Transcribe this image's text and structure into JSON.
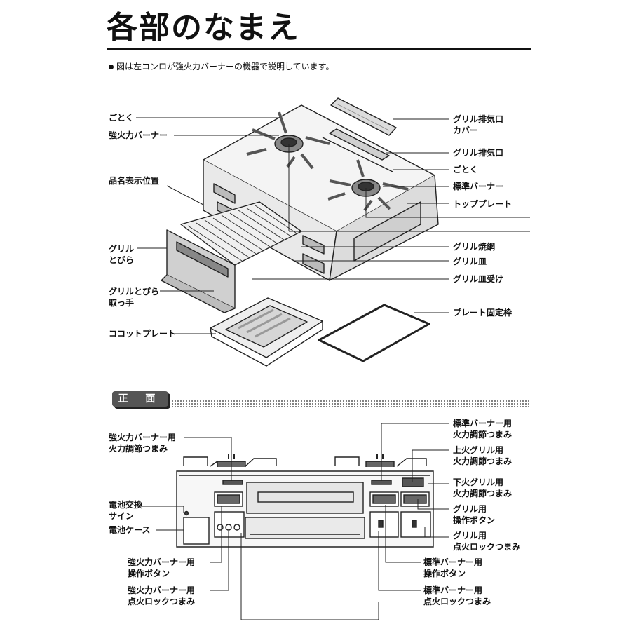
{
  "title": "各部のなまえ",
  "note": "図は左コンロが強火力バーナーの機器で説明しています。",
  "section_label": "正 面",
  "top_labels": {
    "gotoku_left": "ごとく",
    "strong_burner": "強火力バーナー",
    "product_name_position": "品名表示位置",
    "grill_door": "グリル\nとびら",
    "grill_door_handle": "グリルとびら\n取っ手",
    "cocotte_plate": "ココットプレート",
    "grill_exhaust_cover": "グリル排気口\nカバー",
    "grill_exhaust": "グリル排気口",
    "gotoku_right": "ごとく",
    "standard_burner": "標準バーナー",
    "top_plate": "トッププレート",
    "grill_net": "グリル焼網",
    "grill_tray": "グリル皿",
    "grill_tray_holder": "グリル皿受け",
    "plate_fixing_frame": "プレート固定枠"
  },
  "front_labels": {
    "strong_heat_knob": "強火力バーナー用\n火力調節つまみ",
    "battery_sign": "電池交換\nサイン",
    "battery_case": "電池ケース",
    "strong_button": "強火力バーナー用\n操作ボタン",
    "strong_lock": "強火力バーナー用\n点火ロックつまみ",
    "standard_heat_knob": "標準バーナー用\n火力調節つまみ",
    "upper_grill_knob": "上火グリル用\n火力調節つまみ",
    "lower_grill_knob": "下火グリル用\n火力調節つまみ",
    "grill_button": "グリル用\n操作ボタン",
    "grill_lock": "グリル用\n点火ロックつまみ",
    "standard_button": "標準バーナー用\n操作ボタン",
    "standard_lock": "標準バーナー用\n点火ロックつまみ"
  }
}
